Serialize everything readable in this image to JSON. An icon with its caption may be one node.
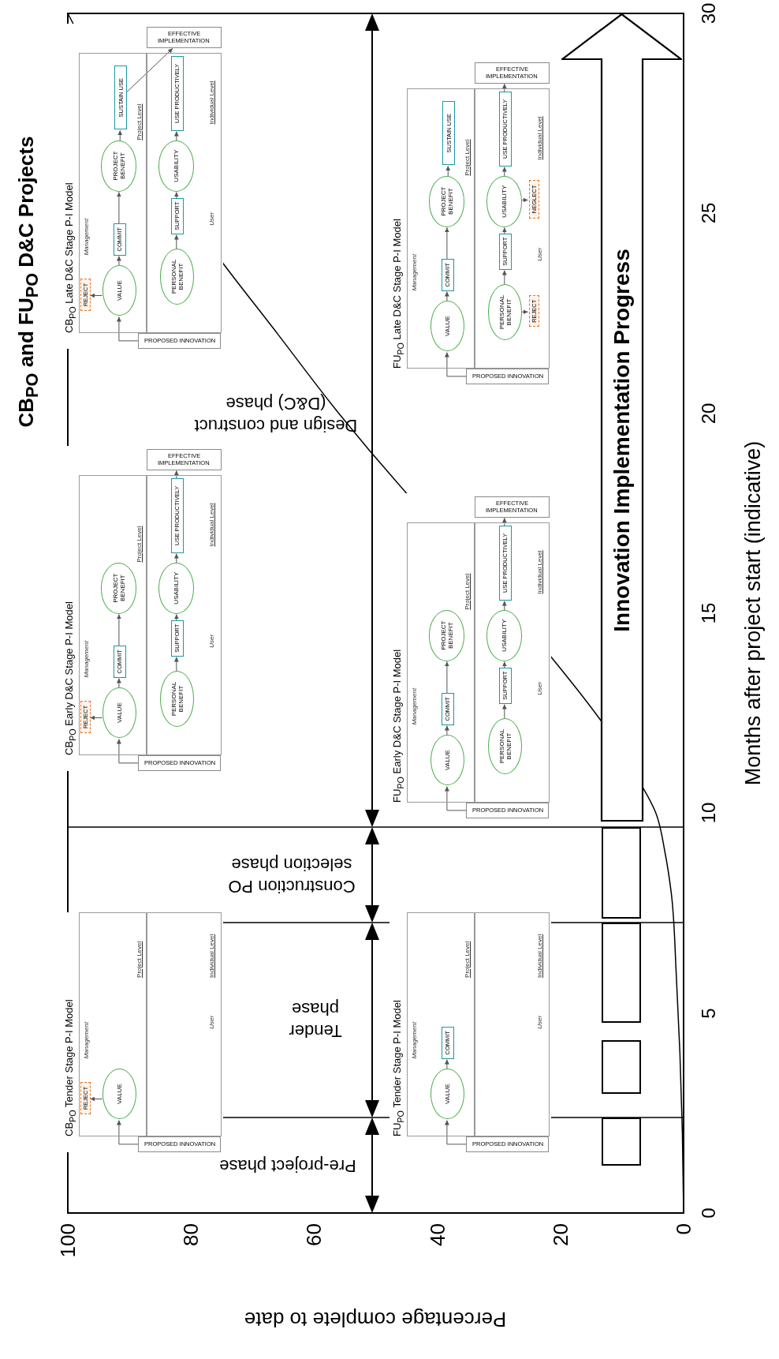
{
  "diagram": {
    "title": "CB$_{PO}$ and FU$_{PO}$ D&C Projects",
    "nodes": [
      {
        "text": [
          "CB$_{PO}$ Tender Stage P-I Model"
        ]
      },
      {
        "text": [
          "Management",
          "Project Level"
        ],
        "in": 0
      },
      {
        "text": [
          "User",
          "Individual Level"
        ],
        "in": 0
      },
      {
        "text": [
          "REJECT"
        ],
        "in": 1
      },
      {
        "text": [
          "VALUE"
        ],
        "in": 1
      },
      {
        "text": [
          "PROPOSED INNOVATION"
        ],
        "in": 0
      },
      {
        "text": [
          "FU$_{PO}$ Tender Stage P-I Model"
        ]
      },
      {
        "text": [
          "Management",
          "Project Level"
        ],
        "in": 6
      },
      {
        "text": [
          "User",
          "Individual Level"
        ],
        "in": 6
      },
      {
        "text": [
          "VALUE"
        ],
        "in": 7
      },
      {
        "text": [
          "COMMIT"
        ],
        "in": 7
      },
      {
        "text": [
          "PROPOSED INNOVATION"
        ],
        "in": 6
      },
      {
        "text": [
          "CB$_{PO}$ Early D&C Stage P-I Model"
        ]
      },
      {
        "text": [
          "Management",
          "Project Level"
        ],
        "in": 12
      },
      {
        "text": [
          "User",
          "Individual Level"
        ],
        "in": 12
      },
      {
        "text": [
          "REJECT"
        ],
        "in": 13
      },
      {
        "text": [
          "VALUE"
        ],
        "in": 13
      },
      {
        "text": [
          "COMMIT"
        ],
        "in": 13
      },
      {
        "text": [
          "PROJECT BENEFIT"
        ],
        "in": 13
      },
      {
        "text": [
          "PERSONAL BENEFIT"
        ],
        "in": 14
      },
      {
        "text": [
          "SUPPORT"
        ],
        "in": 14
      },
      {
        "text": [
          "USABILITY"
        ],
        "in": 14
      },
      {
        "text": [
          "USE PRODUCTIVELY"
        ],
        "in": 14
      },
      {
        "text": [
          "PROPOSED INNOVATION"
        ],
        "in": 12
      },
      {
        "text": [
          "EFFECTIVE IMPLEMENTATION"
        ],
        "in": 12
      },
      {
        "text": [
          "FU$_{PO}$ Early D&C Stage P-I Model"
        ]
      },
      {
        "text": [
          "Management",
          "Project Level"
        ],
        "in": 25
      },
      {
        "text": [
          "User",
          "Individual Level"
        ],
        "in": 25
      },
      {
        "text": [
          "VALUE"
        ],
        "in": 26
      },
      {
        "text": [
          "COMMIT"
        ],
        "in": 26
      },
      {
        "text": [
          "PROJECT BENEFIT"
        ],
        "in": 26
      },
      {
        "text": [
          "PERSONAL BENEFIT"
        ],
        "in": 27
      },
      {
        "text": [
          "SUPPORT"
        ],
        "in": 27
      },
      {
        "text": [
          "USABILITY"
        ],
        "in": 27
      },
      {
        "text": [
          "USE PRODUCTIVELY"
        ],
        "in": 27
      },
      {
        "text": [
          "PROPOSED INNOVATION"
        ],
        "in": 25
      },
      {
        "text": [
          "EFFECTIVE IMPLEMENTATION"
        ],
        "in": 25
      },
      {
        "text": [
          "CB$_{PO}$ Late D&C Stage P-I Model"
        ]
      },
      {
        "text": [
          "Management",
          "Project Level"
        ],
        "in": 37
      },
      {
        "text": [
          "User",
          "Individual Level"
        ],
        "in": 37
      },
      {
        "text": [
          "REJECT"
        ],
        "in": 38
      },
      {
        "text": [
          "VALUE"
        ],
        "in": 38
      },
      {
        "text": [
          "COMMIT"
        ],
        "in": 38
      },
      {
        "text": [
          "PROJECT BENEFIT"
        ],
        "in": 38
      },
      {
        "text": [
          "SUSTAIN USE"
        ],
        "in": 38
      },
      {
        "text": [
          "PERSONAL BENEFIT"
        ],
        "in": 39
      },
      {
        "text": [
          "SUPPORT"
        ],
        "in": 39
      },
      {
        "text": [
          "USABILITY"
        ],
        "in": 39
      },
      {
        "text": [
          "USE PRODUCTIVELY"
        ],
        "in": 39
      },
      {
        "text": [
          "PROPOSED INNOVATION"
        ],
        "in": 37
      },
      {
        "text": [
          "EFFECTIVE IMPLEMENTATION"
        ],
        "in": 37
      },
      {
        "text": [
          "FU$_{PO}$ Late D&C Stage P-I Model"
        ]
      },
      {
        "text": [
          "Management",
          "Project Level"
        ],
        "in": 51
      },
      {
        "text": [
          "User",
          "Individual Level"
        ],
        "in": 51
      },
      {
        "text": [
          "VALUE"
        ],
        "in": 52
      },
      {
        "text": [
          "COMMIT"
        ],
        "in": 52
      },
      {
        "text": [
          "PROJECT BENEFIT"
        ],
        "in": 52
      },
      {
        "text": [
          "SUSTAIN USE"
        ],
        "in": 52
      },
      {
        "text": [
          "PERSONAL BENEFIT"
        ],
        "in": 53
      },
      {
        "text": [
          "SUPPORT"
        ],
        "in": 53
      },
      {
        "text": [
          "USABILITY"
        ],
        "in": 53
      },
      {
        "text": [
          "USE PRODUCTIVELY"
        ],
        "in": 53
      },
      {
        "text": [
          "REJECT"
        ],
        "in": 53
      },
      {
        "text": [
          "NEGLECT"
        ],
        "in": 53
      },
      {
        "text": [
          "PROPOSED INNOVATION"
        ],
        "in": 51
      },
      {
        "text": [
          "EFFECTIVE IMPLEMENTATION"
        ],
        "in": 51
      },
      {
        "text": [],
        "shape": "box"
      },
      {
        "text": [],
        "shape": "box"
      },
      {
        "text": [],
        "shape": "box"
      },
      {
        "text": [],
        "shape": "box"
      },
      {
        "text": [
          "Innovation Implementation Progress"
        ]
      }
    ],
    "edges": [
      {
        "from": 5,
        "to": 4,
        "arrow": "to"
      },
      {
        "from": 4,
        "to": 3,
        "arrow": "to"
      },
      {
        "from": 11,
        "to": 9,
        "arrow": "to"
      },
      {
        "from": 9,
        "to": 10,
        "arrow": "to"
      },
      {
        "from": 23,
        "to": 16,
        "arrow": "to"
      },
      {
        "from": 16,
        "to": 15,
        "arrow": "to"
      },
      {
        "from": 16,
        "to": 17,
        "arrow": "to"
      },
      {
        "from": 17,
        "to": 18,
        "arrow": "to"
      },
      {
        "from": 19,
        "to": 20,
        "arrow": "to"
      },
      {
        "from": 20,
        "to": 21,
        "arrow": "to"
      },
      {
        "from": 21,
        "to": 22,
        "arrow": "to"
      },
      {
        "from": 22,
        "to": 24,
        "arrow": "to"
      },
      {
        "from": 35,
        "to": 28,
        "arrow": "to"
      },
      {
        "from": 28,
        "to": 29,
        "arrow": "to"
      },
      {
        "from": 29,
        "to": 30,
        "arrow": "to"
      },
      {
        "from": 31,
        "to": 32,
        "arrow": "to"
      },
      {
        "from": 32,
        "to": 33,
        "arrow": "to"
      },
      {
        "from": 33,
        "to": 34,
        "arrow": "to"
      },
      {
        "from": 34,
        "to": 36,
        "arrow": "to"
      },
      {
        "from": 49,
        "to": 41,
        "arrow": "to"
      },
      {
        "from": 41,
        "to": 40,
        "arrow": "to"
      },
      {
        "from": 41,
        "to": 42,
        "arrow": "to"
      },
      {
        "from": 42,
        "to": 43,
        "arrow": "to"
      },
      {
        "from": 43,
        "to": 44,
        "arrow": "to"
      },
      {
        "from": 44,
        "to": 50,
        "arrow": "to"
      },
      {
        "from": 45,
        "to": 46,
        "arrow": "to"
      },
      {
        "from": 46,
        "to": 47,
        "arrow": "to"
      },
      {
        "from": 47,
        "to": 48,
        "arrow": "to"
      },
      {
        "from": 64,
        "to": 54,
        "arrow": "to"
      },
      {
        "from": 54,
        "to": 55,
        "arrow": "to"
      },
      {
        "from": 55,
        "to": 56,
        "arrow": "to"
      },
      {
        "from": 56,
        "to": 57,
        "arrow": "to"
      },
      {
        "from": 58,
        "to": 59,
        "arrow": "to"
      },
      {
        "from": 59,
        "to": 60,
        "arrow": "to"
      },
      {
        "from": 60,
        "to": 61,
        "arrow": "to"
      },
      {
        "from": 61,
        "to": 65,
        "arrow": "to"
      },
      {
        "from": 58,
        "to": 62,
        "arrow": "to"
      },
      {
        "from": 60,
        "to": 63,
        "arrow": "to"
      }
    ],
    "labels": [
      "Pre-project phase",
      "Tender phase",
      "Construction PO selection phase",
      "Design and construct (D&C) phase",
      "0",
      "5",
      "10",
      "15",
      "20",
      "25",
      "30",
      "Months after project start (indicative)",
      "0",
      "20",
      "40",
      "60",
      "80",
      "100",
      "Percentage complete to date"
    ]
  }
}
